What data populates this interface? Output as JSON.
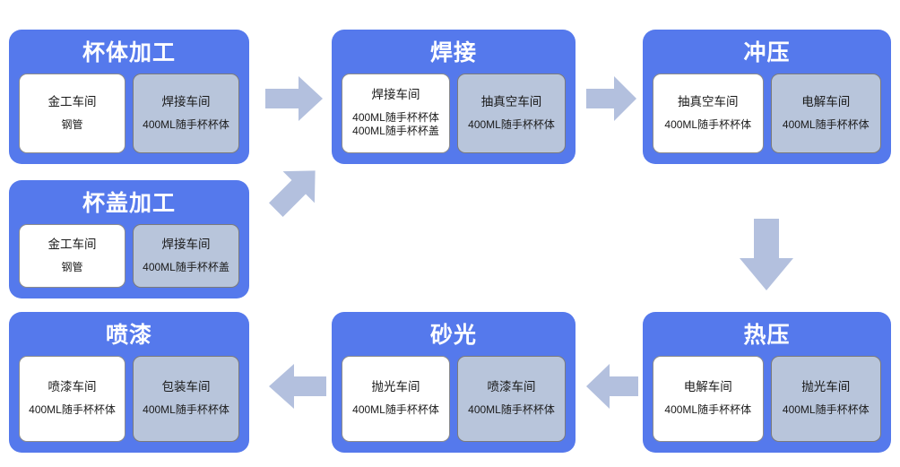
{
  "diagram": {
    "title_absent": true,
    "colors": {
      "stage_blue": "#5579ec",
      "inner_white": "#ffffff",
      "inner_grey": "#b8c5db",
      "arrow_fill": "#b3c0de",
      "background": "#ffffff",
      "stage_title_text": "#ffffff",
      "card_text": "#1a1a1a"
    },
    "stages": [
      {
        "id": "cup-body-processing",
        "title": "杯体加工",
        "cards": [
          {
            "style": "white",
            "title": "金工车间",
            "items": [
              "钢管"
            ]
          },
          {
            "style": "grey",
            "title": "焊接车间",
            "items": [
              "400ML随手杯杯体"
            ]
          }
        ]
      },
      {
        "id": "welding",
        "title": "焊接",
        "cards": [
          {
            "style": "white",
            "title": "焊接车间",
            "items": [
              "400ML随手杯杯体",
              "400ML随手杯杯盖"
            ]
          },
          {
            "style": "grey",
            "title": "抽真空车间",
            "items": [
              "400ML随手杯杯体"
            ]
          }
        ]
      },
      {
        "id": "stamping",
        "title": "冲压",
        "cards": [
          {
            "style": "white",
            "title": "抽真空车间",
            "items": [
              "400ML随手杯杯体"
            ]
          },
          {
            "style": "grey",
            "title": "电解车间",
            "items": [
              "400ML随手杯杯体"
            ]
          }
        ]
      },
      {
        "id": "cup-lid-processing",
        "title": "杯盖加工",
        "cards": [
          {
            "style": "white",
            "title": "金工车间",
            "items": [
              "钢管"
            ]
          },
          {
            "style": "grey",
            "title": "焊接车间",
            "items": [
              "400ML随手杯杯盖"
            ]
          }
        ]
      },
      {
        "id": "spray-painting",
        "title": "喷漆",
        "cards": [
          {
            "style": "white",
            "title": "喷漆车间",
            "items": [
              "400ML随手杯杯体"
            ]
          },
          {
            "style": "grey",
            "title": "包装车间",
            "items": [
              "400ML随手杯杯体"
            ]
          }
        ]
      },
      {
        "id": "sanding",
        "title": "砂光",
        "cards": [
          {
            "style": "white",
            "title": "抛光车间",
            "items": [
              "400ML随手杯杯体"
            ]
          },
          {
            "style": "grey",
            "title": "喷漆车间",
            "items": [
              "400ML随手杯杯体"
            ]
          }
        ]
      },
      {
        "id": "hot-pressing",
        "title": "热压",
        "cards": [
          {
            "style": "white",
            "title": "电解车间",
            "items": [
              "400ML随手杯杯体"
            ]
          },
          {
            "style": "grey",
            "title": "抛光车间",
            "items": [
              "400ML随手杯杯体"
            ]
          }
        ]
      }
    ],
    "connectors": [
      {
        "id": "arrow-cup-body-to-welding",
        "direction": "right"
      },
      {
        "id": "arrow-welding-to-stamping",
        "direction": "right"
      },
      {
        "id": "arrow-cup-lid-to-welding",
        "direction": "up-right"
      },
      {
        "id": "arrow-stamping-to-hot-pressing",
        "direction": "down"
      },
      {
        "id": "arrow-hot-pressing-to-sanding",
        "direction": "left"
      },
      {
        "id": "arrow-sanding-to-spray-painting",
        "direction": "left"
      }
    ]
  }
}
